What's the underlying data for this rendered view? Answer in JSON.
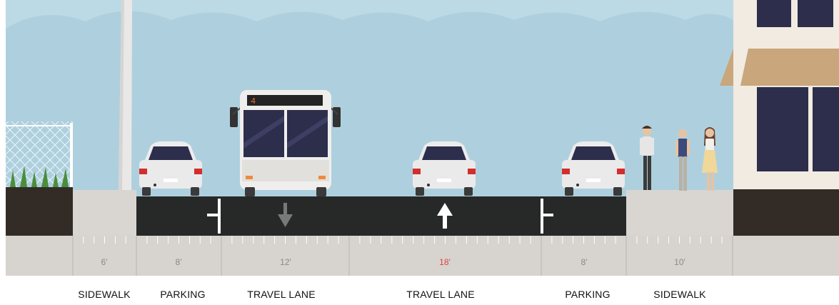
{
  "segments": [
    {
      "id": "sidewalk-left",
      "label": "SIDEWALK",
      "width": "6'",
      "warning": false
    },
    {
      "id": "parking-left",
      "label": "PARKING",
      "width": "8'",
      "warning": false
    },
    {
      "id": "travel-lane-1",
      "label": "TRAVEL LANE",
      "width": "12'",
      "warning": false,
      "direction": "down"
    },
    {
      "id": "travel-lane-2",
      "label": "TRAVEL LANE",
      "width": "18'",
      "warning": true,
      "direction": "up"
    },
    {
      "id": "parking-right",
      "label": "PARKING",
      "width": "8'",
      "warning": false
    },
    {
      "id": "sidewalk-right",
      "label": "SIDEWALK",
      "width": "10'",
      "warning": false
    }
  ],
  "bus_route_number": "4",
  "colors": {
    "sky": "#aed0de",
    "asphalt": "#262927",
    "sidewalk": "#d9d6d2",
    "ruler": "#d7d3ce",
    "warning": "#e0443f",
    "awning": "#c9a67c",
    "building": "#f1ebe1"
  }
}
